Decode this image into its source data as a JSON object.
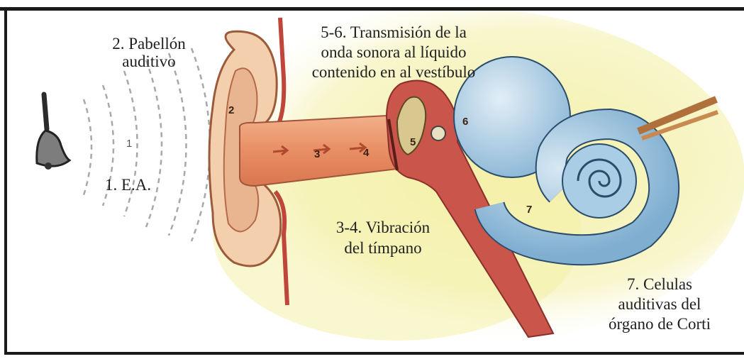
{
  "labels": {
    "pabellon_line1": "2. Pabellón",
    "pabellon_line2": "auditivo",
    "ea": "1. E.A.",
    "transmision_line1": "5-6. Transmisión de la",
    "transmision_line2": "onda sonora al líquido",
    "transmision_line3": "contenido en al vestíbulo",
    "vibracion_line1": "3-4. Vibración",
    "vibracion_line2": "del tímpano",
    "celulas_line1": "7. Celulas",
    "celulas_line2": "auditivas del",
    "celulas_line3": "órgano de Corti"
  },
  "markers": {
    "m1": "1",
    "m2": "2",
    "m3": "3",
    "m4": "4",
    "m5": "5",
    "m6": "6",
    "m7": "7"
  },
  "colors": {
    "background_yellow": "#f6f3b8",
    "ear_skin": "#f0c39e",
    "canal": "#e58a62",
    "middle_ear": "#c8524a",
    "cochlea": "#9cc4df",
    "frame": "#1a1a1a"
  }
}
